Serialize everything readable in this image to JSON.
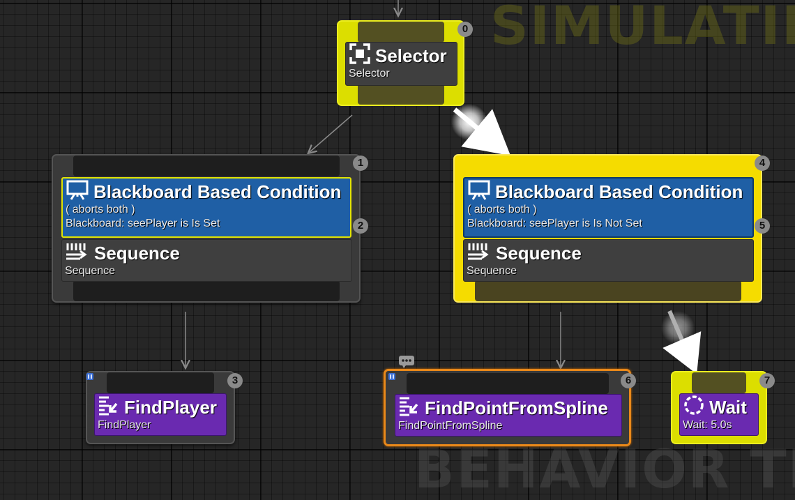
{
  "watermark": {
    "top": "SIMULATING",
    "bottom": "BEHAVIOR TREE"
  },
  "nodes": {
    "selector": {
      "index": "0",
      "title": "Selector",
      "subtitle": "Selector",
      "icon": "selector-icon"
    },
    "left_branch": {
      "index": "1",
      "decorator": {
        "index": "2",
        "title": "Blackboard Based Condition",
        "line1": "( aborts both )",
        "line2": "Blackboard: seePlayer is Is Set",
        "icon": "blackboard-icon"
      },
      "composite": {
        "title": "Sequence",
        "subtitle": "Sequence",
        "icon": "sequence-icon"
      }
    },
    "right_branch": {
      "index": "4",
      "decorator": {
        "index": "5",
        "title": "Blackboard Based Condition",
        "line1": "( aborts both )",
        "line2": "Blackboard: seePlayer is Is Not Set",
        "icon": "blackboard-icon"
      },
      "composite": {
        "title": "Sequence",
        "subtitle": "Sequence",
        "icon": "sequence-icon"
      }
    },
    "find_player": {
      "index": "3",
      "title": "FindPlayer",
      "subtitle": "FindPlayer",
      "icon": "task-icon"
    },
    "find_point": {
      "index": "6",
      "title": "FindPointFromSpline",
      "subtitle": "FindPointFromSpline",
      "icon": "task-icon"
    },
    "wait": {
      "index": "7",
      "title": "Wait",
      "subtitle": "Wait: 5.0s",
      "icon": "wait-icon"
    }
  },
  "colors": {
    "active": "#dcde00",
    "active_strong": "#f5dc00",
    "decorator": "#1f5fa5",
    "task": "#6a2ab0",
    "composite": "#3f3f3f",
    "running_outline": "#e8881a"
  }
}
